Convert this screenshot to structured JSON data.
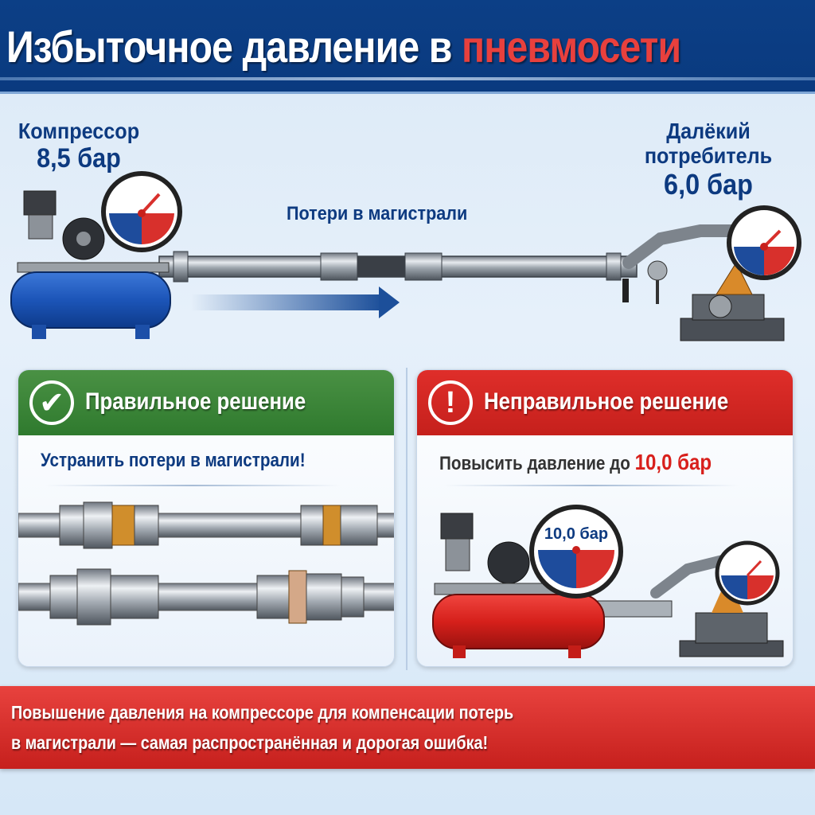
{
  "header": {
    "title_main": "Избыточное давление в",
    "title_highlight": "пневмосети"
  },
  "top_scene": {
    "compressor": {
      "label": "Компрессор",
      "pressure": "8,5 бар"
    },
    "consumer": {
      "label_line1": "Далёкий",
      "label_line2": "потребитель",
      "pressure": "6,0 бар"
    },
    "pipeline_label": "Потери в магистрали",
    "flow_direction": "right"
  },
  "panels": {
    "correct": {
      "icon": "checkmark-icon",
      "icon_glyph": "✔",
      "title": "Правильное решение",
      "subtitle": "Устранить потери в магистрали!",
      "color": "#3a8a37"
    },
    "wrong": {
      "icon": "exclamation-icon",
      "icon_glyph": "!",
      "title": "Неправильное решение",
      "subtitle_prefix": "Повысить давление до",
      "subtitle_value": "10,0 бар",
      "gauge_label": "10,0 бар",
      "color": "#d52622"
    }
  },
  "footer": {
    "line1": "Повышение давления на компрессоре для компенсации потерь",
    "line2": "в магистрали — самая распространённая и дорогая ошибка!"
  },
  "colors": {
    "header_bg": "#0c3f86",
    "accent_red": "#e8403d",
    "text_blue": "#0d3a80",
    "good_green": "#3a8a37",
    "bad_red": "#d52622"
  }
}
